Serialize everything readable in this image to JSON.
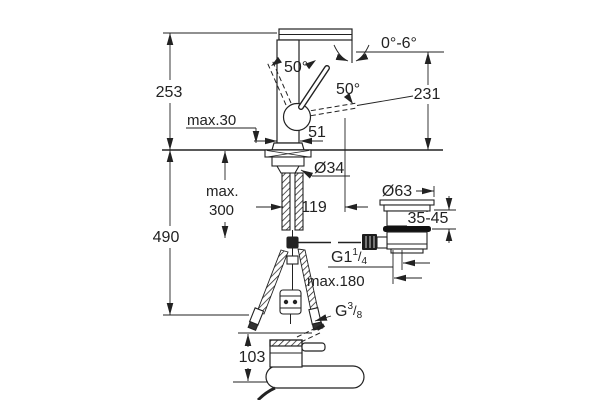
{
  "drawing": {
    "type": "faucet-installation-technical-drawing",
    "ink_color": "#222222",
    "bg_color": "#ffffff"
  },
  "front_view": {
    "overall_height": "253",
    "outlet_height": "231",
    "swivel_range": "0°-6°",
    "lever_angle_left": "50°",
    "lever_angle_right": "50°",
    "mount_thickness": "max.30",
    "body_width": "51",
    "shank_diameter": "Ø34"
  },
  "under_counter": {
    "total_depth": "490",
    "hose_length_line1": "max.",
    "hose_length_line2": "300",
    "spout_reach": "119",
    "rod_reach": "max.180",
    "hose_thread": {
      "prefix": "G",
      "numerator": "3",
      "slash": "/",
      "denominator": "8"
    },
    "drain_thread": {
      "prefix": "G1",
      "numerator": "1",
      "slash": "/",
      "denominator": "4"
    }
  },
  "drain": {
    "flange_diameter": "Ø63",
    "clamp_range": "35-45"
  },
  "side_view": {
    "base_height": "103"
  }
}
